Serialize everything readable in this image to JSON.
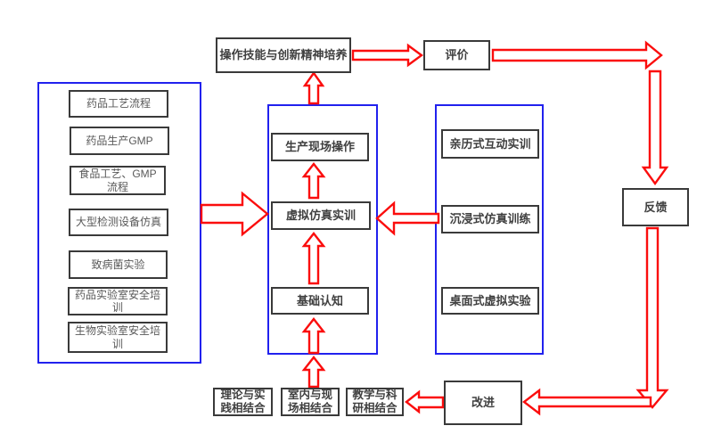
{
  "flow": {
    "goal": "操作技能与创新精神培养",
    "evaluate": "评价",
    "feedback": "反馈",
    "improve": "改进"
  },
  "left_panel": {
    "items": [
      "药品工艺流程",
      "药品生产GMP",
      "食品工艺、GMP\n流程",
      "大型检测设备仿真",
      "致病菌实验",
      "药品实验室安全培\n训",
      "生物实验室安全培\n训"
    ]
  },
  "center_panel": {
    "items": [
      "生产现场操作",
      "虚拟仿真实训",
      "基础认知"
    ]
  },
  "right_panel": {
    "items": [
      "亲历式互动实训",
      "沉浸式仿真训练",
      "桌面式虚拟实验"
    ]
  },
  "bottom_row": {
    "items": [
      "理论与实\n践相结合",
      "室内与现\n场相结合",
      "教学与科\n研相结合"
    ]
  },
  "colors": {
    "arrow_red": "#FB0D0D",
    "panel_blue": "#2121EE",
    "box_border": "#3A3A3A",
    "left_text": "#595959",
    "bold_text": "#3F3F3F",
    "background": "#FFFFFF"
  }
}
